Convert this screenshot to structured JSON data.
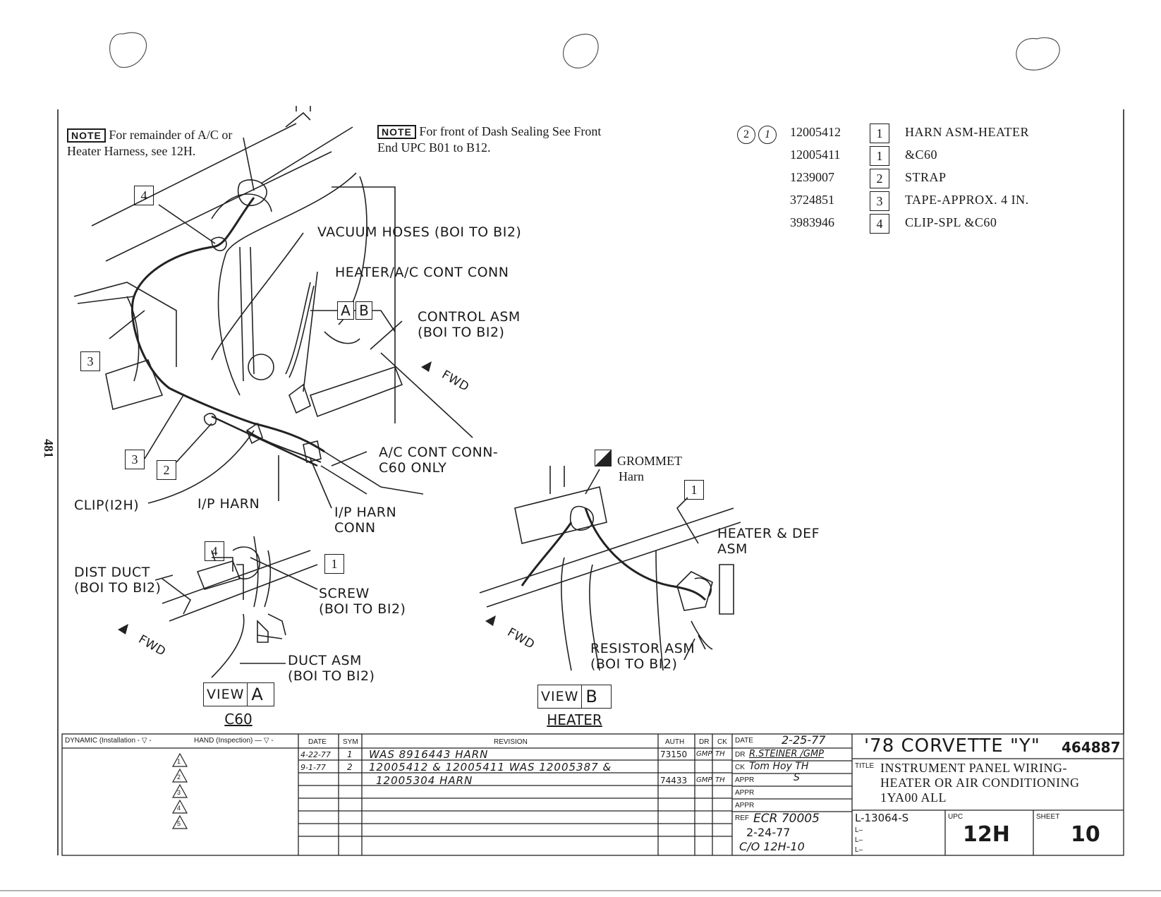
{
  "page_number": "481",
  "notes": {
    "tag": "NOTE",
    "harness_note": "For remainder of A/C or Heater Harness, see 12H.",
    "sealing_note": "For front of Dash Sealing See Front End UPC B01 to B12."
  },
  "parts_list": {
    "qualifiers": [
      "2",
      "1"
    ],
    "items": [
      {
        "part": "12005412",
        "key": "1",
        "desc": "HARN ASM-HEATER"
      },
      {
        "part": "12005411",
        "key": "1",
        "desc": "&C60"
      },
      {
        "part": "1239007",
        "key": "2",
        "desc": "STRAP"
      },
      {
        "part": "3724851",
        "key": "3",
        "desc": "TAPE-APPROX. 4 IN."
      },
      {
        "part": "3983946",
        "key": "4",
        "desc": "CLIP-SPL &C60"
      }
    ]
  },
  "callouts": {
    "vacuum_hoses": "VACUUM HOSES (BOI TO BI2)",
    "heater_ac_cont_conn": "HEATER/A/C CONT CONN",
    "view_a_tag": "A",
    "view_b_tag": "B",
    "control_asm_1": "CONTROL ASM",
    "control_asm_2": "(BOI TO BI2)",
    "fwd": "FWD",
    "ac_cont_conn_1": "A/C CONT CONN-",
    "ac_cont_conn_2": "C60 ONLY",
    "clip": "CLIP(I2H)",
    "ip_harn": "I/P HARN",
    "ip_harn_conn_1": "I/P HARN",
    "ip_harn_conn_2": "CONN",
    "grommet": "GROMMET",
    "harn": "Harn",
    "heater_def_1": "HEATER & DEF",
    "heater_def_2": "ASM",
    "dist_duct_1": "DIST DUCT",
    "dist_duct_2": "(BOI TO BI2)",
    "screw_1": "SCREW",
    "screw_2": "(BOI TO BI2)",
    "duct_asm_1": "DUCT ASM",
    "duct_asm_2": "(BOI TO BI2)",
    "resistor_1": "RESISTOR ASM",
    "resistor_2": "(BOI TO BI2)",
    "key_1": "1",
    "key_2": "2",
    "key_3": "3",
    "key_4": "4"
  },
  "views": {
    "view_word": "VIEW",
    "a_letter": "A",
    "a_caption": "C60",
    "b_letter": "B",
    "b_caption": "HEATER"
  },
  "title_block": {
    "dynamic_label": "DYNAMIC (Installation - ▽ -",
    "hand_label": "HAND (Inspection) — ▽ -",
    "symbols": [
      "1",
      "2",
      "3",
      "4",
      "5"
    ],
    "col_date": "DATE",
    "col_sym": "SYM",
    "col_revision": "REVISION",
    "col_auth": "AUTH",
    "col_dr": "DR",
    "col_ck": "CK",
    "revisions": [
      {
        "date": "4-22-77",
        "sym": "1",
        "text": "WAS 8916443 HARN",
        "auth": "73150",
        "dr": "GMP",
        "ck": "TH"
      },
      {
        "date": "9-1-77",
        "sym": "2",
        "text": "12005412 & 12005411 WAS 12005387 &",
        "auth": "",
        "dr": "",
        "ck": ""
      },
      {
        "date": "",
        "sym": "",
        "text": "12005304 HARN",
        "auth": "74433",
        "dr": "GMP",
        "ck": "TH"
      }
    ],
    "date_label": "DATE",
    "date_value": "2-25-77",
    "dr_label": "DR",
    "dr_value": "R.STEINER /GMP",
    "ck_label": "CK",
    "ck_value": "Tom Hoy TH",
    "appr_label": "APPR",
    "appr_value": "S",
    "ref_label": "REF",
    "ref_value_1": "ECR 70005",
    "ref_value_2": "2-24-77",
    "ref_value_3": "C/O 12H-10",
    "car_title": "'78 CORVETTE \"Y\"",
    "drawing_number": "464887",
    "title_label": "TITLE",
    "title_1": "INSTRUMENT PANEL WIRING-",
    "title_2": "HEATER OR AIR CONDITIONING",
    "title_3": "1YA00 ALL",
    "l_code": "L-13064-S",
    "upc_label": "UPC",
    "upc_value": "12H",
    "sheet_label": "SHEET",
    "sheet_value": "10"
  }
}
